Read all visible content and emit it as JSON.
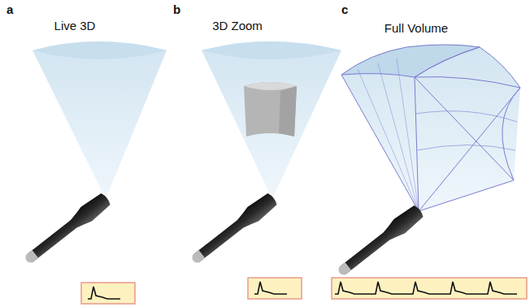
{
  "diagram": {
    "labels": [
      "a",
      "Live 3D",
      "b",
      "3D Zoom",
      "c",
      "Full Volume"
    ]
  }
}
